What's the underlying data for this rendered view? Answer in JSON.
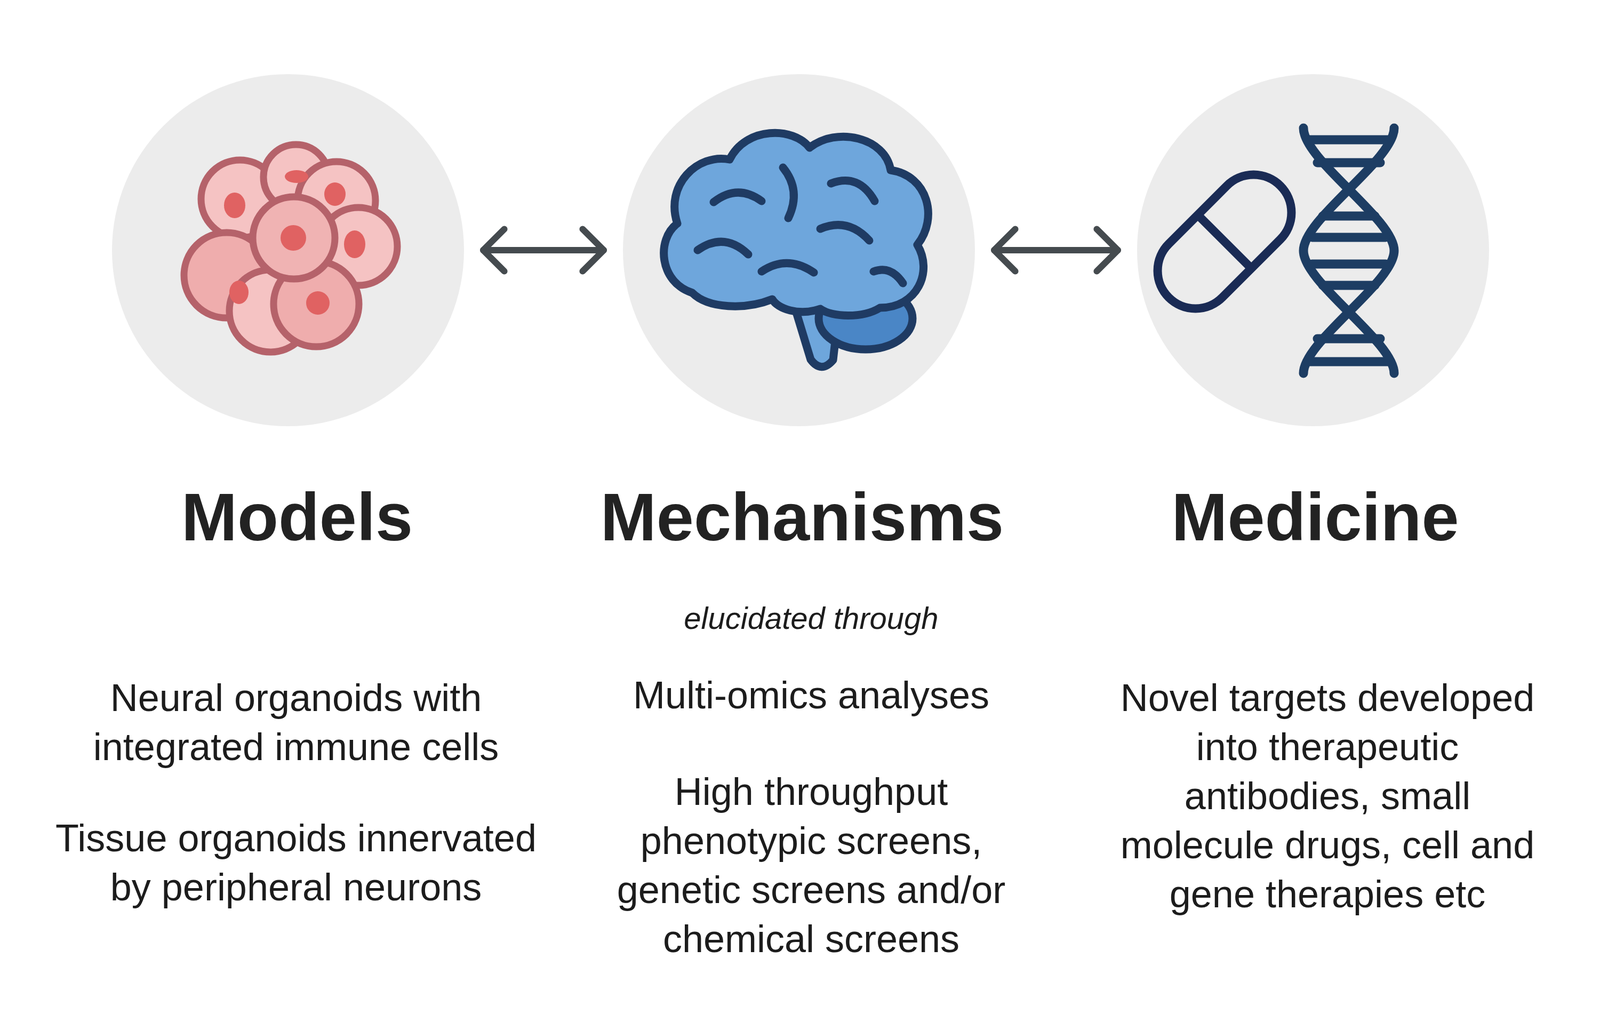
{
  "diagram": {
    "nodes": [
      {
        "text": [
          "Models",
          "Neural organoids with integrated immune cells",
          "Tissue organoids innervated by peripheral neurons"
        ]
      },
      {
        "text": [
          "Mechanisms",
          "elucidated through",
          "Multi-omics analyses",
          "High throughput phenotypic screens, genetic screens and/or chemical screens"
        ]
      },
      {
        "text": [
          "Medicine",
          "Novel targets developed into therapeutic antibodies, small molecule drugs, cell and gene therapies etc"
        ]
      }
    ],
    "edges": [
      {
        "from": 0,
        "to": 1,
        "arrow": "both"
      },
      {
        "from": 1,
        "to": 2,
        "arrow": "both"
      }
    ]
  }
}
